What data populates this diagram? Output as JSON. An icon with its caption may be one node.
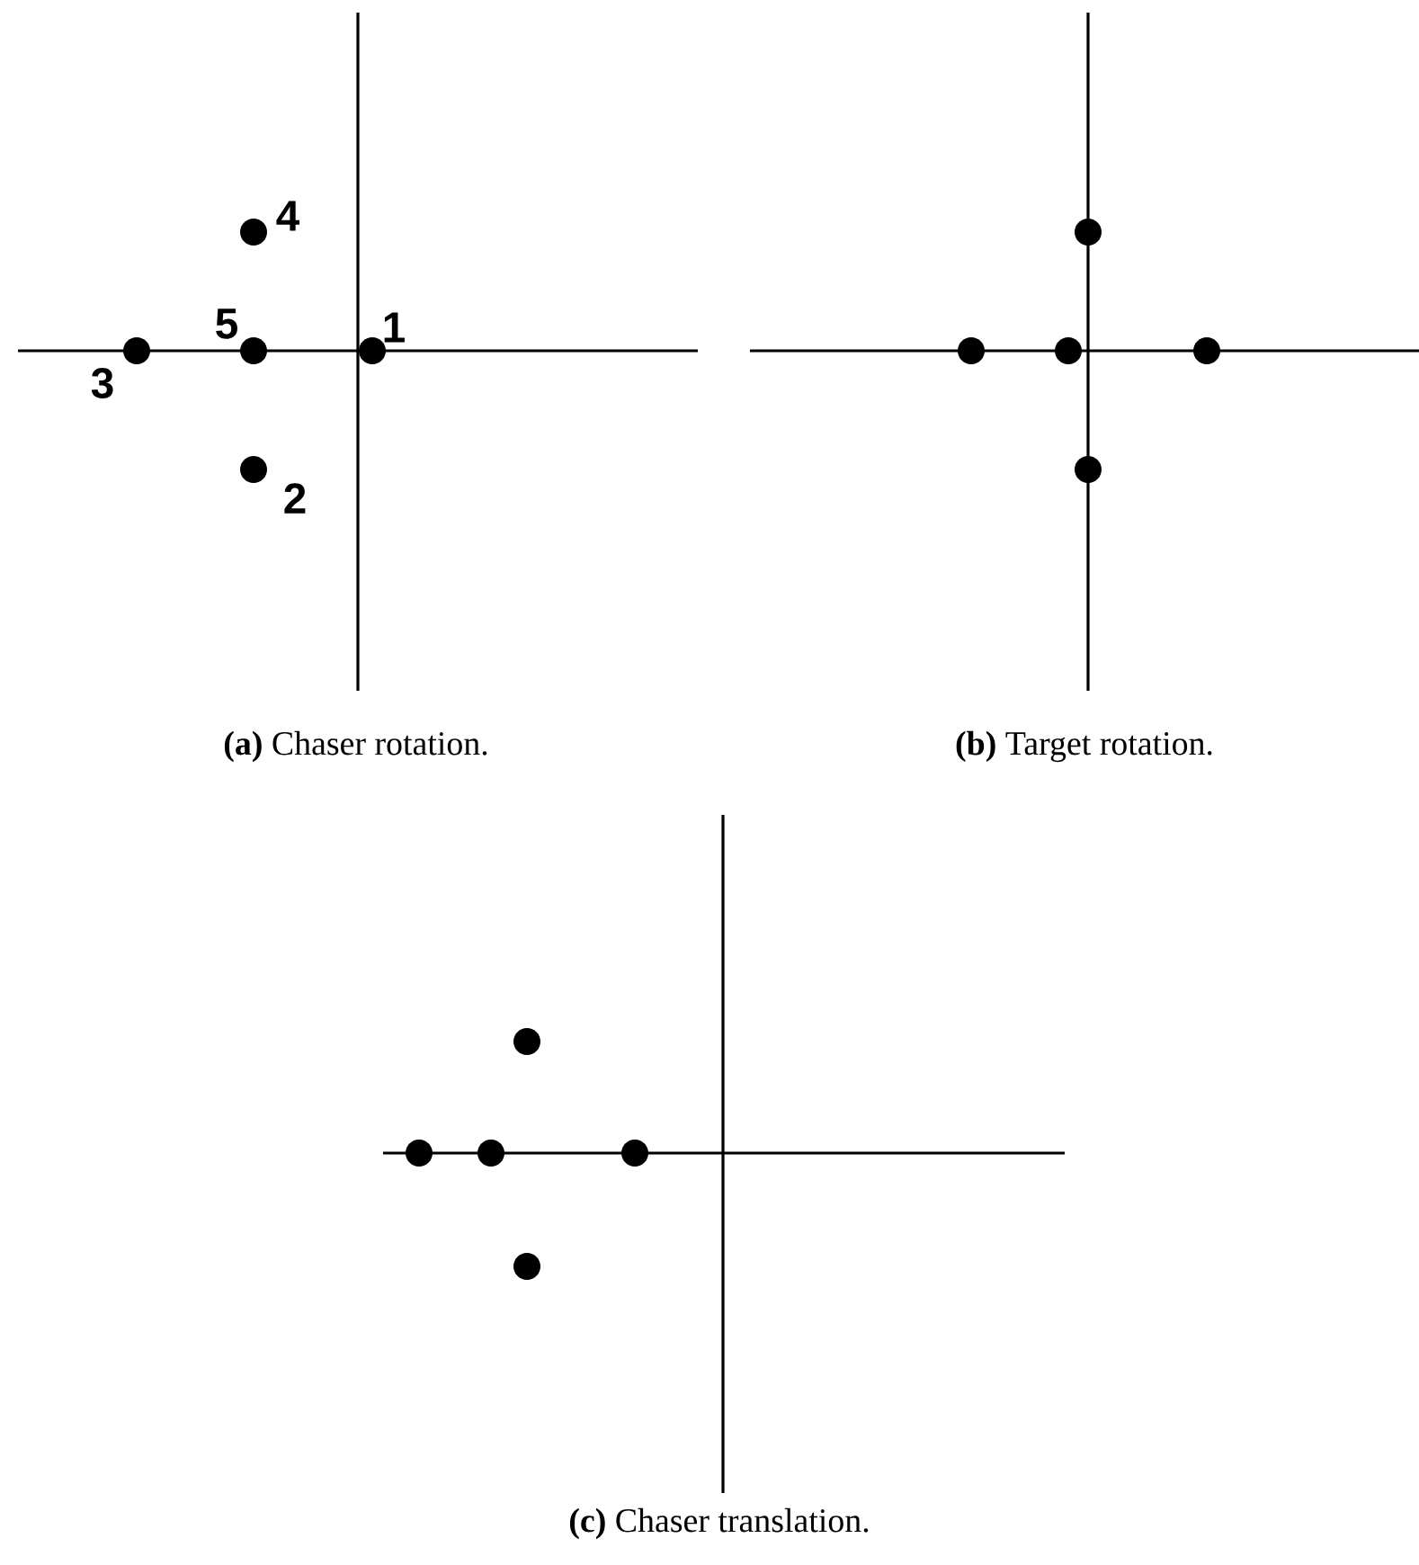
{
  "diagram": {
    "labels": [
      "4",
      "5",
      "1",
      "3",
      "2",
      "**(a)** Chaser rotation.",
      "**(b)** Target rotation.",
      "**(c)** Chaser translation."
    ]
  }
}
